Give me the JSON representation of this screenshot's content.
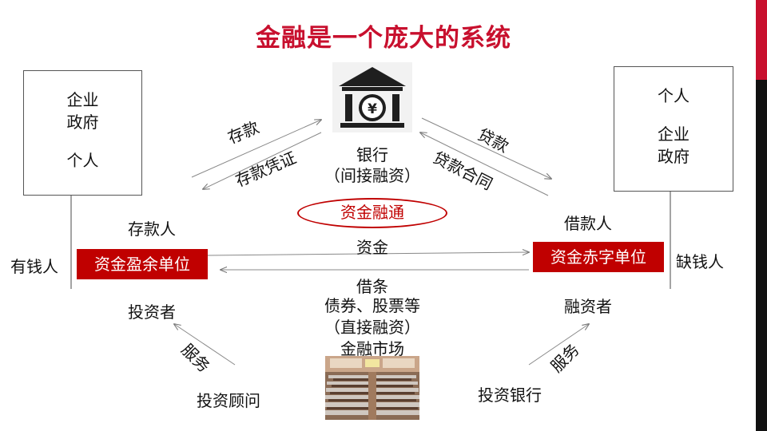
{
  "title": "金融是一个庞大的系统",
  "colors": {
    "accent": "#c8102e",
    "red_box": "#c00000",
    "bank_icon": "#1f1f1f"
  },
  "left_box": {
    "line1": "企业",
    "line2": "政府",
    "line3": "个人"
  },
  "right_box": {
    "line1": "个人",
    "line2": "企业",
    "line3": "政府"
  },
  "bank": {
    "icon": "bank-yen-icon",
    "label": "银行",
    "sublabel": "（间接融资）"
  },
  "arrows": {
    "deposit": "存款",
    "deposit_certificate": "存款凭证",
    "loan": "贷款",
    "loan_contract": "贷款合同",
    "funds": "资金",
    "borrow_note": "借条",
    "service_left": "服务",
    "service_right": "服务"
  },
  "ellipse_label": "资金融通",
  "left_unit": {
    "top": "存款人",
    "label": "资金盈余单位",
    "side": "有钱人",
    "bottom": "投资者"
  },
  "right_unit": {
    "top": "借款人",
    "label": "资金赤字单位",
    "side": "缺钱人",
    "bottom": "融资者"
  },
  "market": {
    "line1": "债券、股票等",
    "line2": "（直接融资）",
    "line3": "金融市场",
    "image": "trading-floor-photo"
  },
  "advisor": "投资顾问",
  "investment_bank": "投资银行"
}
